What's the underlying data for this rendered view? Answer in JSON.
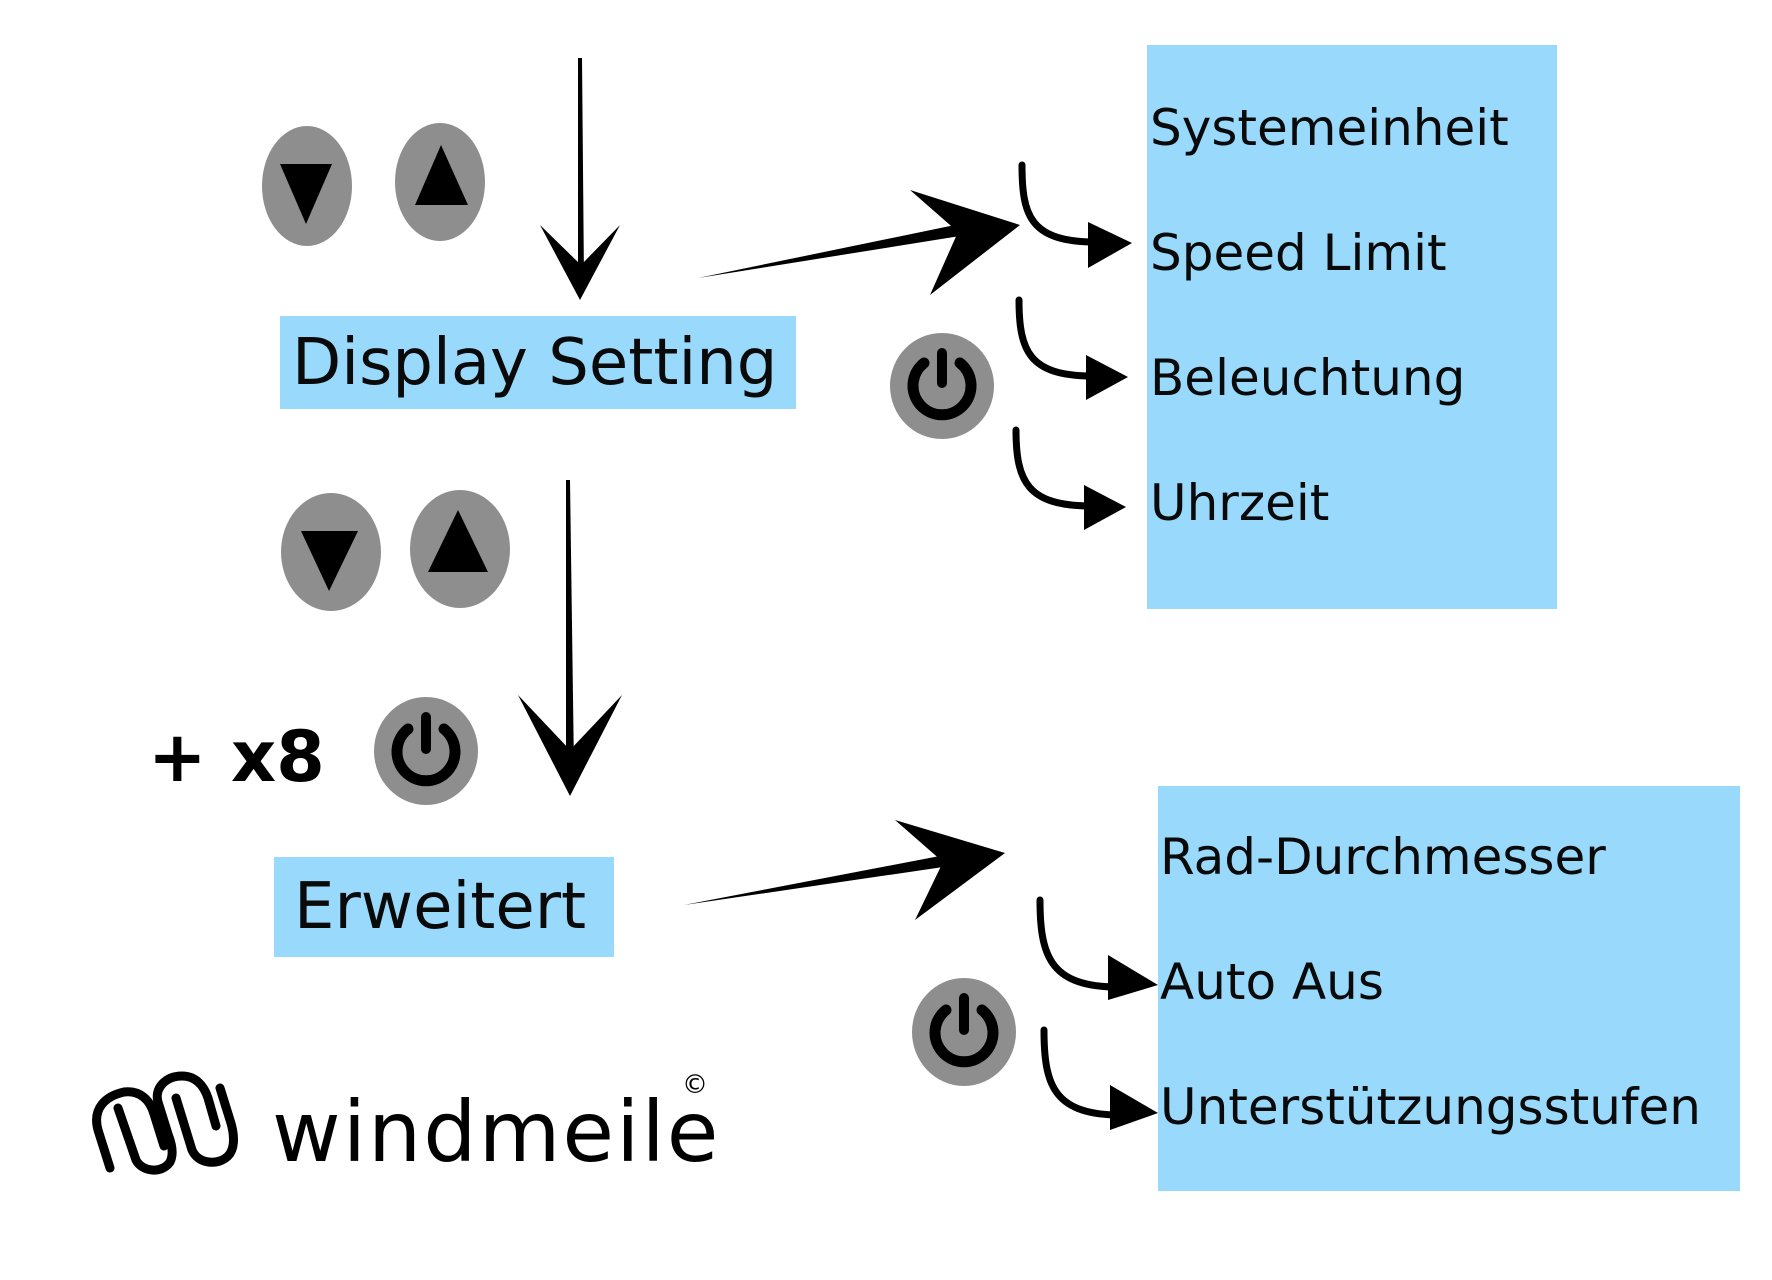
{
  "diagram": {
    "type": "menu-navigation-flow",
    "colors": {
      "panel_fill": "#99d9fb",
      "button_fill": "#8e8e8e",
      "arrow": "#000000",
      "text": "#0a0a0a"
    },
    "step1": {
      "buttons": [
        {
          "name": "down-button",
          "icon": "triangle-down-icon"
        },
        {
          "name": "up-button",
          "icon": "triangle-up-icon"
        }
      ],
      "menu_label": "Display Setting",
      "confirm_button_icon": "power-icon",
      "submenu_items": [
        "Systemeinheit",
        "Speed Limit",
        "Beleuchtung",
        "Uhrzeit"
      ]
    },
    "step2": {
      "buttons": [
        {
          "name": "down-button",
          "icon": "triangle-down-icon"
        },
        {
          "name": "up-button",
          "icon": "triangle-up-icon"
        }
      ],
      "press_instruction": "+ x8",
      "press_button_icon": "power-icon",
      "menu_label": "Erweitert",
      "confirm_button_icon": "power-icon",
      "submenu_items": [
        "Rad-Durchmesser",
        "Auto Aus",
        "Unterstützungsstufen"
      ]
    }
  },
  "logo": {
    "brand": "windmeile",
    "copyright_symbol": "©",
    "icon": "windmeile-wave-logo-icon"
  }
}
